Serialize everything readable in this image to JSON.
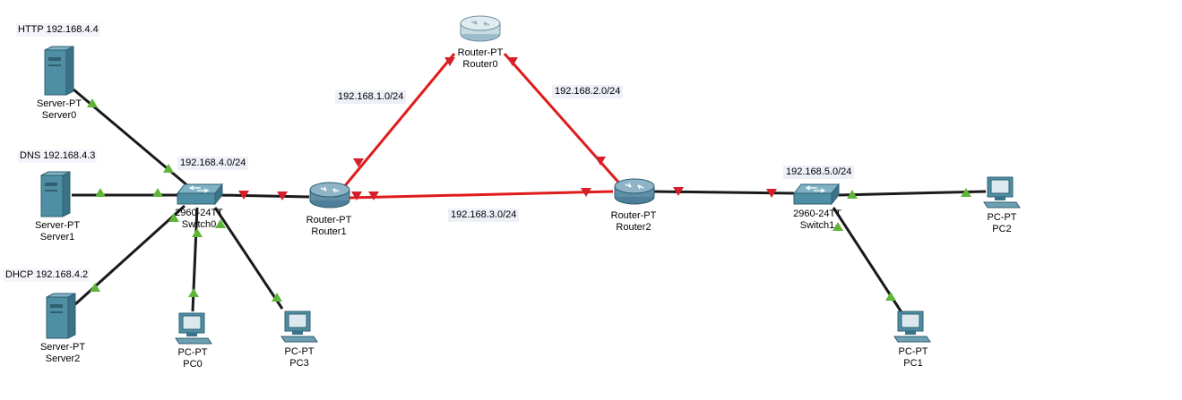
{
  "devices": {
    "server0": {
      "model": "Server-PT",
      "name": "Server0",
      "service": "HTTP 192.168.4.4"
    },
    "server1": {
      "model": "Server-PT",
      "name": "Server1",
      "service": "DNS 192.168.4.3"
    },
    "server2": {
      "model": "Server-PT",
      "name": "Server2",
      "service": "DHCP 192.168.4.2"
    },
    "switch0": {
      "model": "2960-24TT",
      "name": "Switch0"
    },
    "switch1": {
      "model": "2960-24TT",
      "name": "Switch1"
    },
    "router0": {
      "model": "Router-PT",
      "name": "Router0"
    },
    "router1": {
      "model": "Router-PT",
      "name": "Router1"
    },
    "router2": {
      "model": "Router-PT",
      "name": "Router2"
    },
    "pc0": {
      "model": "PC-PT",
      "name": "PC0"
    },
    "pc1": {
      "model": "PC-PT",
      "name": "PC1"
    },
    "pc2": {
      "model": "PC-PT",
      "name": "PC2"
    },
    "pc3": {
      "model": "PC-PT",
      "name": "PC3"
    }
  },
  "networks": {
    "n4": "192.168.4.0/24",
    "n1": "192.168.1.0/24",
    "n2": "192.168.2.0/24",
    "n3": "192.168.3.0/24",
    "n5": "192.168.5.0/24"
  },
  "colors": {
    "link_up": "#1a1a1a",
    "link_serial": "#e01b1b",
    "port_up": "#5fb43a",
    "port_down": "#d4202a",
    "device_teal": "#4f8fa3",
    "router_body": "#6f9fb8",
    "label_bg": "#eef0f8"
  }
}
